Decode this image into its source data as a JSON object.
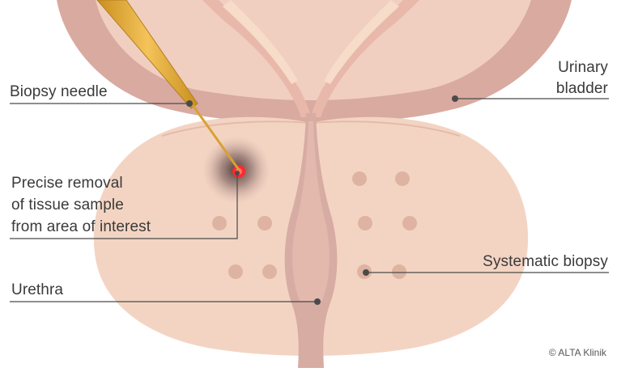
{
  "labels": {
    "biopsy_needle": "Biopsy needle",
    "precise_removal": [
      "Precise removal",
      "of tissue sample",
      "from area of interest"
    ],
    "urethra": "Urethra",
    "urinary_bladder": [
      "Urinary",
      "bladder"
    ],
    "systematic_biopsy": "Systematic biopsy"
  },
  "copyright": "© ALTA Klinik",
  "colors": {
    "bladder_outer": "#d9aaa0",
    "bladder_inner": "#f1cfc0",
    "prostate": "#f3d4c3",
    "urethra": "#d7aca3",
    "needle": "#e3a93a",
    "lesion": "#ff2a2a",
    "leader_line": "#4a4a4a"
  }
}
